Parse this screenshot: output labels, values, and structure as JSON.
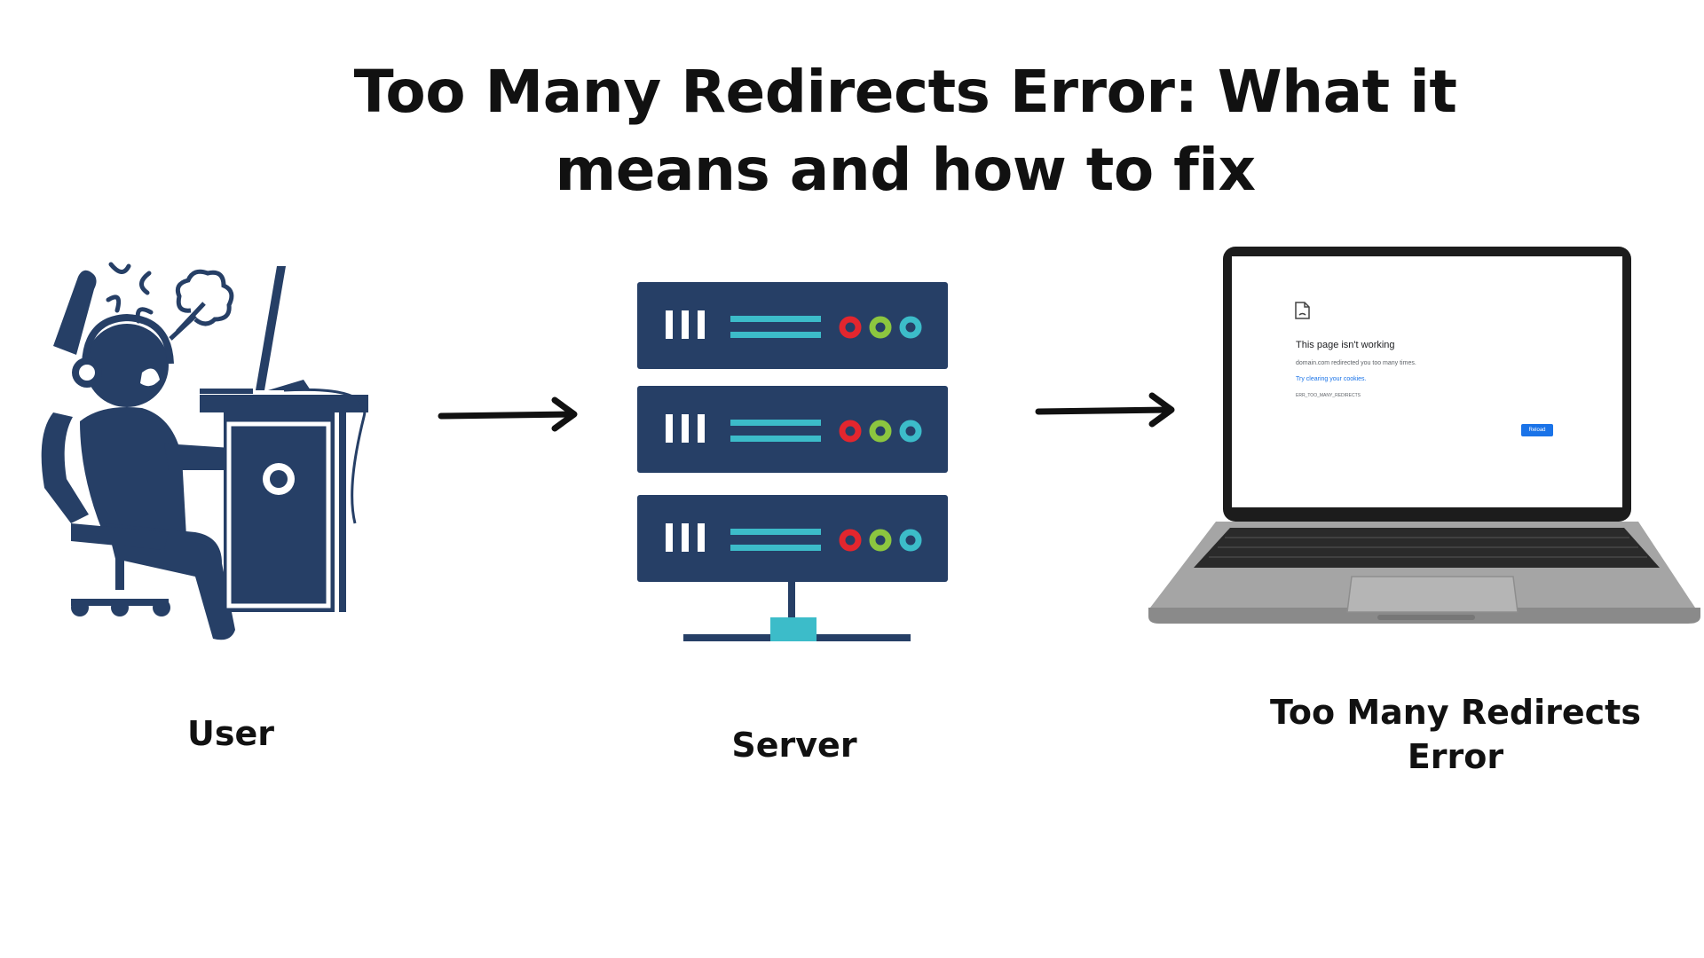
{
  "title": "Too Many Redirects Error: What it means and how to fix",
  "nodes": {
    "user": {
      "label": "User",
      "icon": "frustrated-user-at-desk-icon"
    },
    "server": {
      "label": "Server",
      "icon": "server-rack-icon"
    },
    "error": {
      "label": "Too Many Redirects Error",
      "icon": "laptop-icon"
    }
  },
  "edges": [
    {
      "from": "user",
      "to": "server"
    },
    {
      "from": "server",
      "to": "error"
    }
  ],
  "browser_error_page": {
    "heading": "This page isn't working",
    "message": "domain.com redirected you too many times.",
    "link": "Try clearing your cookies.",
    "error_code": "ERR_TOO_MANY_REDIRECTS",
    "button": "Reload"
  },
  "colors": {
    "navy": "#263f66",
    "teal": "#3cbcc9",
    "red": "#e3262e",
    "green": "#8cc63f",
    "text": "#111111",
    "laptop_body": "#9a9a9a"
  }
}
